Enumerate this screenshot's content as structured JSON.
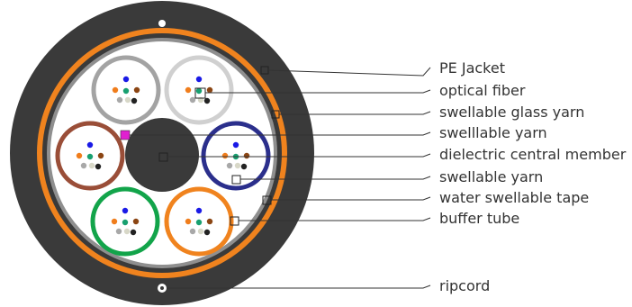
{
  "labels": {
    "pe_jacket": "PE Jacket",
    "optical_fiber": "optical fiber",
    "swellable_glass_yarn": "swellable glass yarn",
    "swelllable_yarn": "swelllable yarn",
    "dielectric_central_member": "dielectric central member",
    "swellable_yarn": "swellable yarn",
    "water_swellable_tape": "water swellable tape",
    "buffer_tube": "buffer tube",
    "ripcord": "ripcord"
  },
  "colors": {
    "jacket": "#3a3a3a",
    "armor_orange": "#f0831e",
    "tape_gray": "#8f8f8f",
    "filler": "#ffffff",
    "central_member": "#3a3a3a",
    "swellable_yarn_marker": "#e020d0",
    "tube_colors": {
      "top_left": "#a3a3a3",
      "top_right": "#d0d0d0",
      "middle_left": "#9a4e38",
      "middle_right": "#2b2f8c",
      "bottom_left": "#12a44a",
      "bottom_right": "#f0831e"
    },
    "fiber_colors": [
      "#1a1ae6",
      "#f07d1c",
      "#18a070",
      "#8b4513",
      "#a8a8a8",
      "#d8d8c8",
      "#222222"
    ]
  }
}
